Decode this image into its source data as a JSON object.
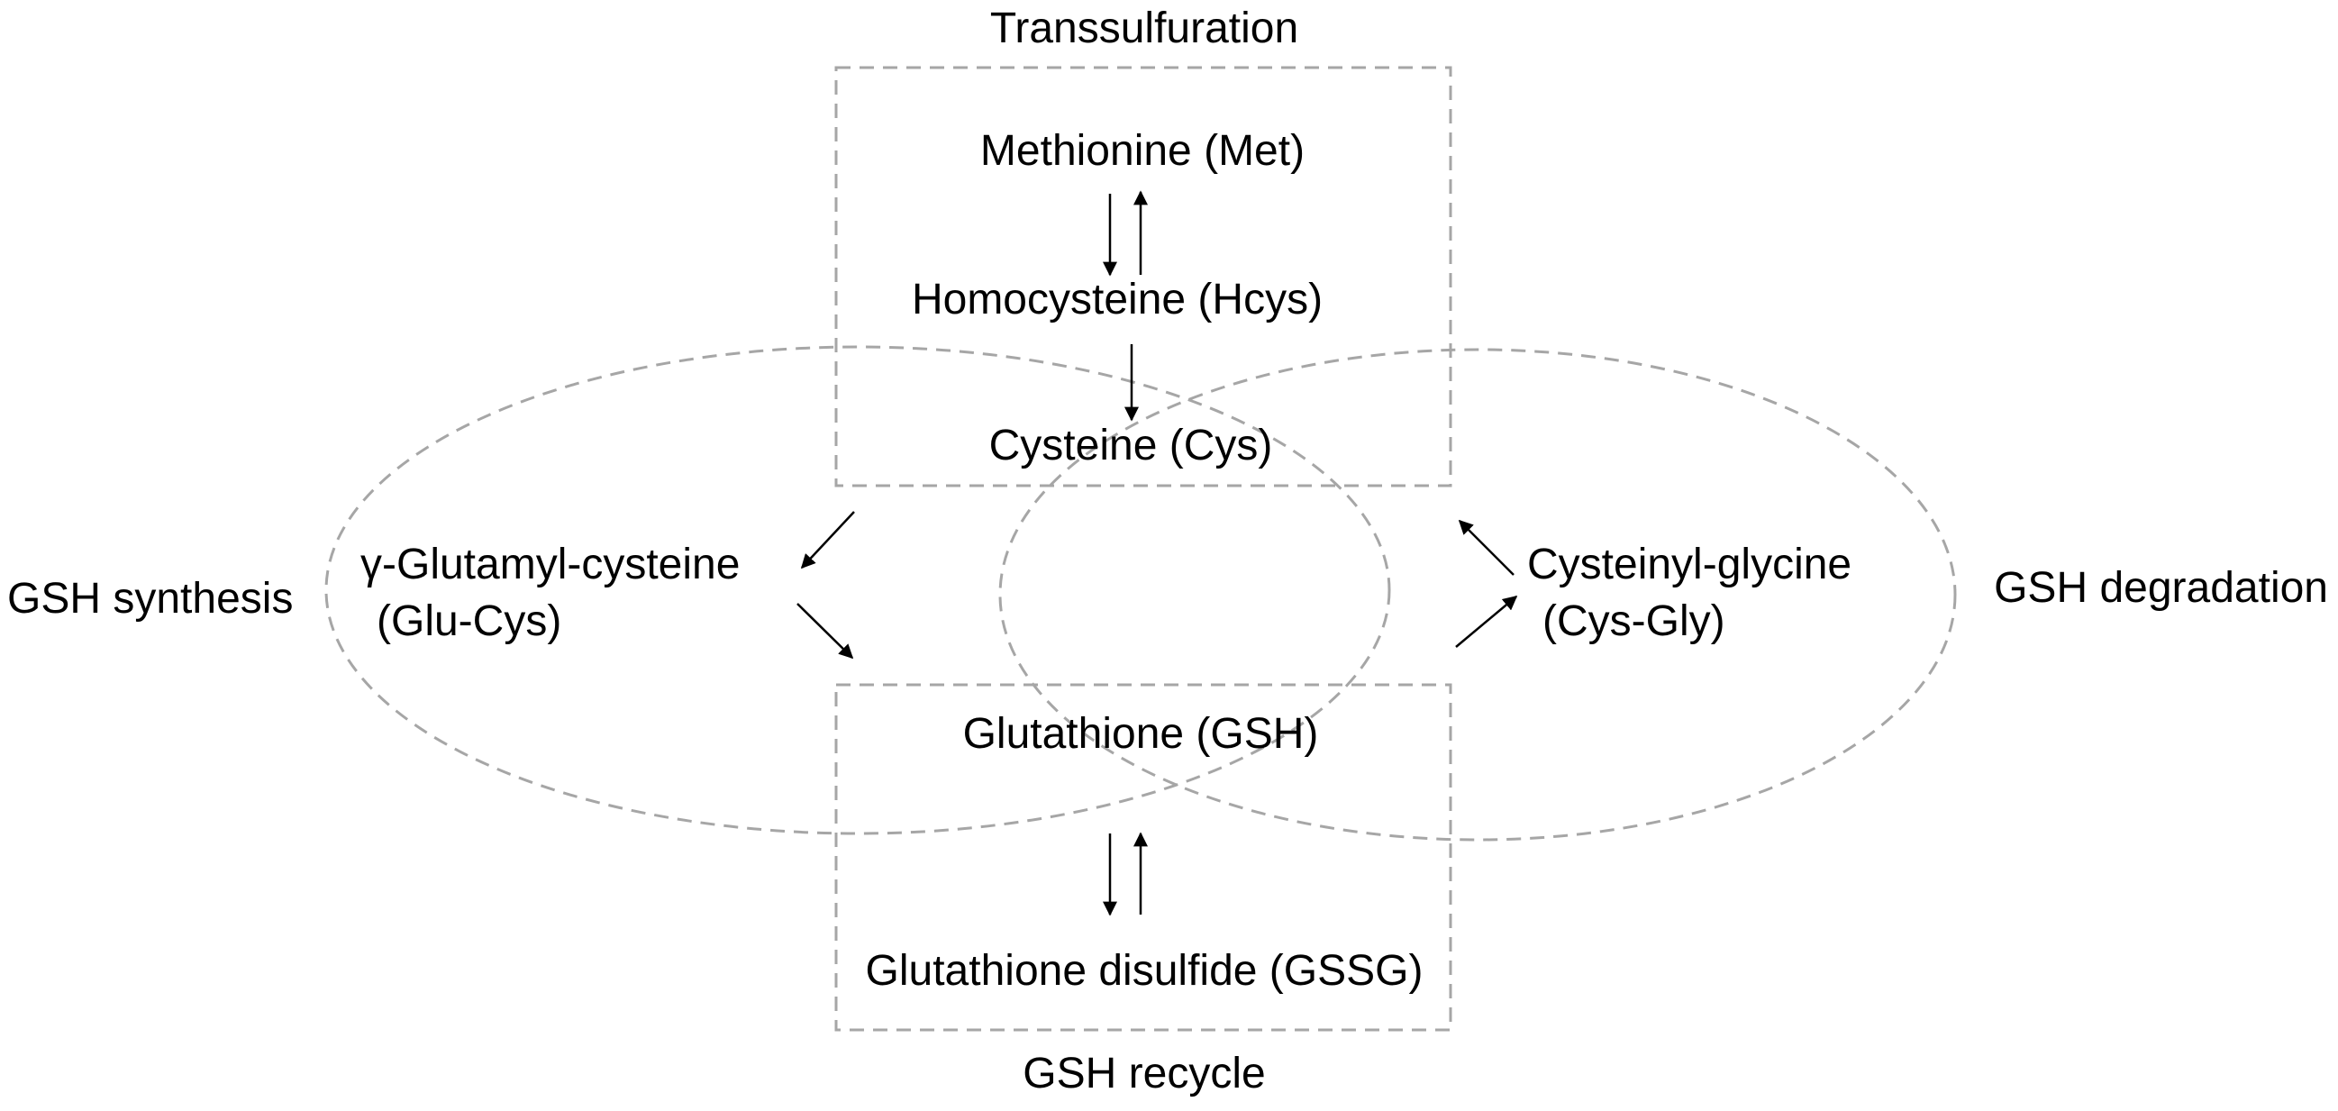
{
  "regions": {
    "transsulfuration": "Transsulfuration",
    "gsh_recycle": "GSH recycle",
    "gsh_synthesis": "GSH synthesis",
    "gsh_degradation": "GSH degradation"
  },
  "nodes": {
    "methionine": "Methionine (Met)",
    "homocysteine": "Homocysteine (Hcys)",
    "cysteine": "Cysteine (Cys)",
    "glu_cys_line1": "γ-Glutamyl-cysteine",
    "glu_cys_line2": "(Glu-Cys)",
    "cys_gly_line1": "Cysteinyl-glycine",
    "cys_gly_line2": "(Cys-Gly)",
    "glutathione": "Glutathione (GSH)",
    "gssg": "Glutathione disulfide (GSSG)"
  }
}
